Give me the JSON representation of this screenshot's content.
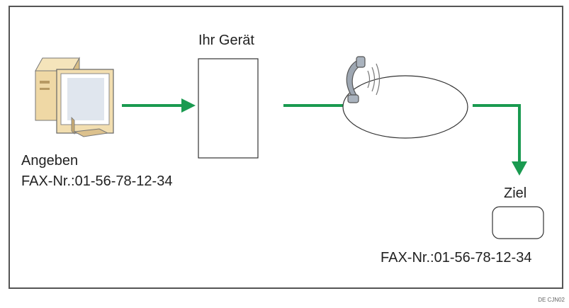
{
  "device": {
    "label": "Ihr Gerät"
  },
  "sender": {
    "label": "Angeben",
    "fax": "FAX-Nr.:01-56-78-12-34"
  },
  "destination": {
    "label": "Ziel",
    "fax": "FAX-Nr.:01-56-78-12-34"
  },
  "footer": {
    "code": "DE CJN02"
  },
  "colors": {
    "arrow": "#1a9a50",
    "outline": "#333333",
    "frame": "#555555",
    "computer_tan": "#efd8a5"
  },
  "icons": [
    "computer-icon",
    "telephone-handset-icon"
  ]
}
